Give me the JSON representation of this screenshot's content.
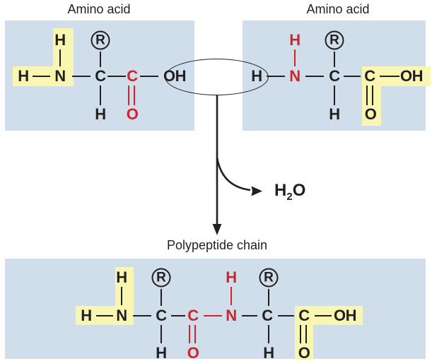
{
  "labels": {
    "amino_acid_left": "Amino acid",
    "amino_acid_right": "Amino acid",
    "polypeptide_chain": "Polypeptide chain"
  },
  "water": {
    "h": "H",
    "sub": "2",
    "o": "O"
  },
  "colors": {
    "box_blue": "#cfdeea",
    "highlight_yellow": "#f9f6b2",
    "bond_red": "#d2232a",
    "text_black": "#231f20"
  },
  "molecules": {
    "left": {
      "atoms": {
        "h1": "H",
        "n": "N",
        "c_alpha": "C",
        "c_carboxyl": "C",
        "oh": "OH",
        "h_top": "H",
        "r": "R",
        "h_bottom": "H",
        "o": "O"
      }
    },
    "right": {
      "atoms": {
        "h": "H",
        "n": "N",
        "c_alpha": "C",
        "c_carboxyl": "C",
        "oh": "OH",
        "h_top": "H",
        "r": "R",
        "h_bottom": "H",
        "o": "O"
      }
    },
    "bottom": {
      "atoms": {
        "h1": "H",
        "n1": "N",
        "c1": "C",
        "c_peptide": "C",
        "n2": "N",
        "c2": "C",
        "c_carboxyl": "C",
        "oh": "OH",
        "h_top1": "H",
        "r1": "R",
        "h_top2": "H",
        "r2": "R",
        "h_bottom1": "H",
        "o_peptide": "O",
        "h_bottom2": "H",
        "o_carboxyl": "O"
      }
    }
  }
}
